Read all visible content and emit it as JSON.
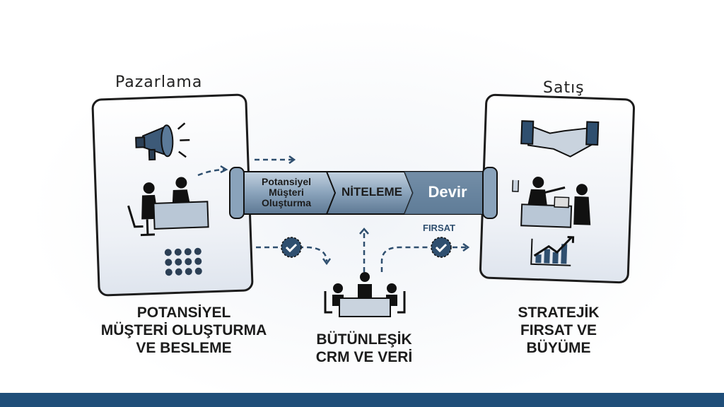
{
  "marketing": {
    "title": "Pazarlama",
    "caption": [
      "POTANSİYEL",
      "MÜŞTERİ OLUŞTURMA",
      "VE BESLEME"
    ]
  },
  "sales": {
    "title": "Satış",
    "caption": [
      "STRATEJİK",
      "FIRSAT VE",
      "BÜYÜME"
    ]
  },
  "pipeline": {
    "stages": [
      {
        "label": [
          "Potansiyel",
          "Müşteri",
          "Oluşturma"
        ]
      },
      {
        "label": [
          "NİTELEME"
        ]
      },
      {
        "label": [
          "Devir"
        ]
      }
    ]
  },
  "center": {
    "opportunity_label": "FIRSAT",
    "caption": [
      "BÜTÜNLEŞİK",
      "CRM VE VERİ"
    ]
  },
  "colors": {
    "accent": "#1f4e79",
    "pipe": "#7f9bb5",
    "badge": "#2f4f6f"
  }
}
